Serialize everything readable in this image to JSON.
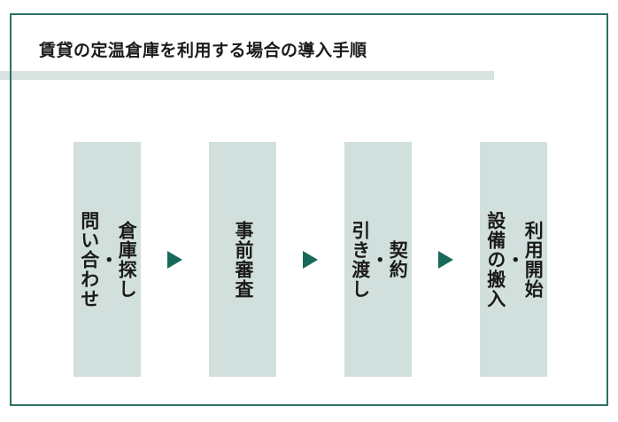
{
  "title": {
    "text": "賃貸の定温倉庫を利用する場合の導入手順"
  },
  "steps": [
    {
      "label": "倉庫探し・問い合わせ",
      "line1": "倉庫探し",
      "separator": "・",
      "line2": "問い合わせ"
    },
    {
      "label": "事前審査",
      "line1": "事前審査",
      "separator": "",
      "line2": ""
    },
    {
      "label": "契約・引き渡し",
      "line1": "契約",
      "separator": "・",
      "line2": "引き渡し"
    },
    {
      "label": "利用開始・設備の搬入",
      "line1": "利用開始",
      "separator": "・",
      "line2": "設備の搬入"
    }
  ],
  "icons": {
    "step_connector": "right-triangle-arrow"
  },
  "colors": {
    "frame_border": "#2b7164",
    "box_fill": "#d2e0dd",
    "title_underline": "#d7e3e0",
    "arrow": "#19695b",
    "text": "#1b1b1b"
  }
}
